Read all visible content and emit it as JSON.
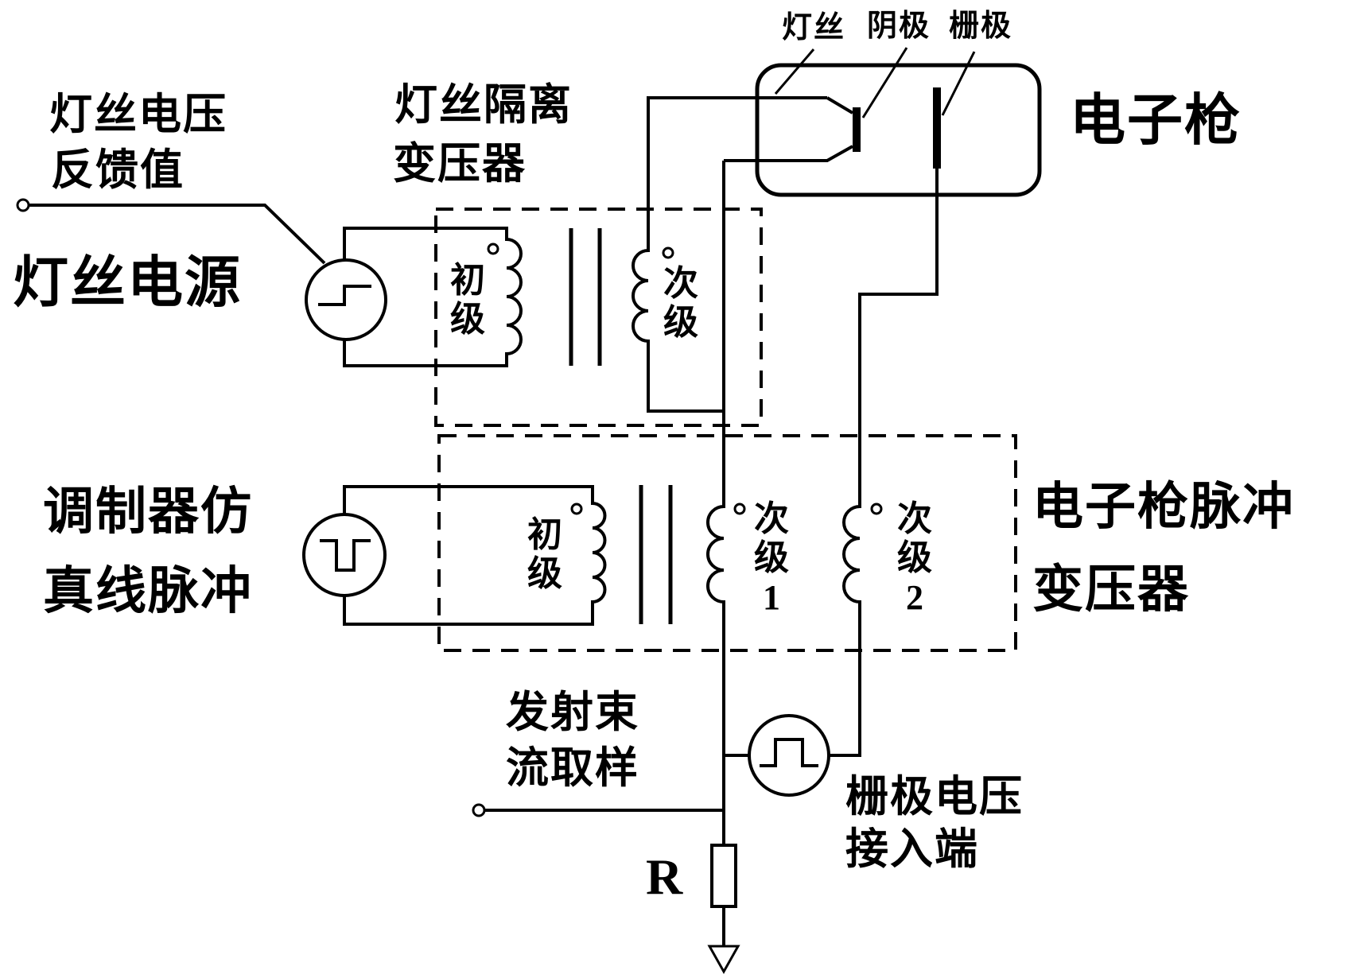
{
  "colors": {
    "line": "#000000",
    "background": "#ffffff"
  },
  "labels": {
    "feedback": {
      "line1": "灯丝电压",
      "line2": "反馈值"
    },
    "filament_supply": "灯丝电源",
    "isolation_transformer": {
      "line1": "灯丝隔离",
      "line2": "变压器"
    },
    "gun_electrodes": {
      "filament": "灯丝",
      "cathode": "阴极",
      "grid": "栅极"
    },
    "electron_gun": "电子枪",
    "iso_primary": "初级",
    "iso_secondary": "次级",
    "modulator": {
      "line1": "调制器仿",
      "line2": "真线脉冲"
    },
    "pulse_transformer": {
      "line1": "电子枪脉冲",
      "line2": "变压器"
    },
    "pulse_primary": "初级",
    "pulse_secondary1": "次级1",
    "pulse_secondary2": "次级2",
    "beam_sampling": {
      "line1": "发射束",
      "line2": "流取样"
    },
    "grid_voltage": {
      "line1": "栅极电压",
      "line2": "接入端"
    },
    "resistor": "R"
  }
}
